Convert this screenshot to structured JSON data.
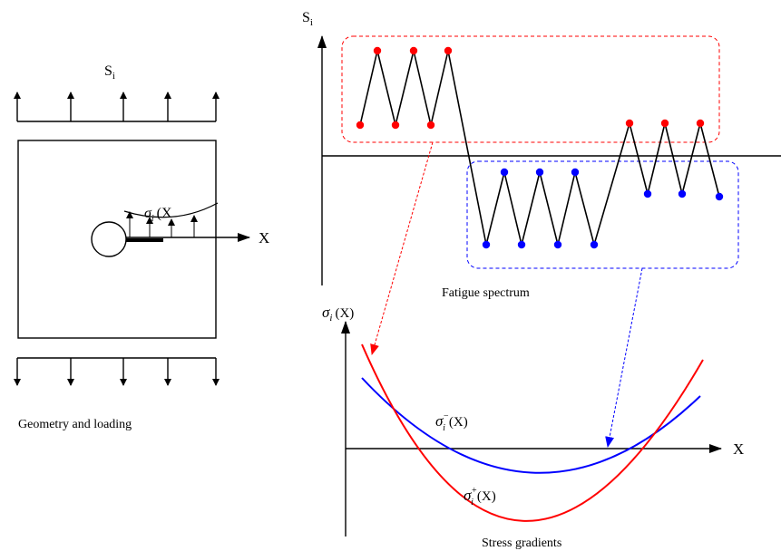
{
  "left_panel": {
    "load_label": "S",
    "load_sub": "i",
    "crack_stress_label": "σ",
    "crack_stress_sub": "i",
    "crack_stress_arg": "(X",
    "x_axis_label": "X",
    "caption": "Geometry and loading"
  },
  "spectrum": {
    "y_label": "S",
    "y_sub": "i",
    "caption": "Fatigue spectrum",
    "colors": {
      "max_points": "#ff0000",
      "min_points": "#0000ff",
      "max_box": "#ff0000",
      "min_box": "#0000ff"
    }
  },
  "gradients": {
    "y_label": "σ",
    "y_sub": "i",
    "y_arg": "(X)",
    "x_label": "X",
    "minus_label": "σ",
    "minus_sub": "i",
    "minus_sup": "−",
    "minus_arg": "(X)",
    "plus_label": "σ",
    "plus_sub": "i",
    "plus_sup": "+",
    "plus_arg": "(X)",
    "caption": "Stress gradients",
    "colors": {
      "plus_curve": "#ff0000",
      "minus_curve": "#0000ff"
    }
  }
}
